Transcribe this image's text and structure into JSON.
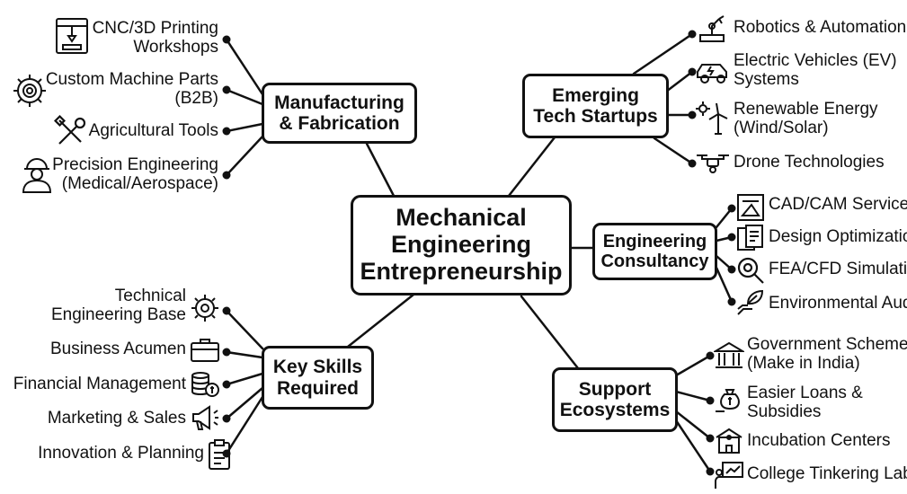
{
  "center": {
    "line1": "Mechanical",
    "line2": "Engineering",
    "line3": "Entrepreneurship"
  },
  "branches": {
    "manufacturing": {
      "title1": "Manufacturing",
      "title2": "& Fabrication",
      "items": [
        {
          "line1": "CNC/3D Printing",
          "line2": "Workshops",
          "icon": "3d-printer-icon"
        },
        {
          "line1": "Custom Machine Parts",
          "line2": "(B2B)",
          "icon": "gear-icon"
        },
        {
          "line1": "Agricultural Tools",
          "icon": "tools-icon"
        },
        {
          "line1": "Precision Engineering",
          "line2": "(Medical/Aerospace)",
          "icon": "engineer-icon"
        }
      ]
    },
    "emerging": {
      "title1": "Emerging",
      "title2": "Tech Startups",
      "items": [
        {
          "line1": "Robotics & Automation",
          "icon": "robot-arm-icon"
        },
        {
          "line1": "Electric Vehicles (EV)",
          "line2": "Systems",
          "icon": "ev-car-icon"
        },
        {
          "line1": "Renewable Energy",
          "line2": "(Wind/Solar)",
          "icon": "wind-turbine-icon"
        },
        {
          "line1": "Drone Technologies",
          "icon": "drone-icon"
        }
      ]
    },
    "consultancy": {
      "title1": "Engineering",
      "title2": "Consultancy",
      "items": [
        {
          "line1": "CAD/CAM Services",
          "icon": "cad-drawing-icon"
        },
        {
          "line1": "Design Optimization",
          "icon": "design-docs-icon"
        },
        {
          "line1": "FEA/CFD Simulation",
          "icon": "magnifier-gear-icon"
        },
        {
          "line1": "Environmental Audit",
          "icon": "leaf-hand-icon"
        }
      ]
    },
    "skills": {
      "title1": "Key Skills",
      "title2": "Required",
      "items": [
        {
          "line1": "Technical",
          "line2": "Engineering Base",
          "icon": "gear-icon"
        },
        {
          "line1": "Business Acumen",
          "icon": "briefcase-icon"
        },
        {
          "line1": "Financial Management",
          "icon": "coins-icon"
        },
        {
          "line1": "Marketing & Sales",
          "icon": "megaphone-icon"
        },
        {
          "line1": "Innovation & Planning",
          "icon": "clipboard-icon"
        }
      ]
    },
    "support": {
      "title1": "Support",
      "title2": "Ecosystems",
      "items": [
        {
          "line1": "Government Schemes",
          "line2": "(Make in India)",
          "icon": "government-building-icon"
        },
        {
          "line1": "Easier Loans &",
          "line2": "Subsidies",
          "icon": "money-bag-icon"
        },
        {
          "line1": "Incubation Centers",
          "icon": "incubator-building-icon"
        },
        {
          "line1": "College Tinkering Labs",
          "icon": "lab-presentation-icon"
        }
      ]
    }
  }
}
